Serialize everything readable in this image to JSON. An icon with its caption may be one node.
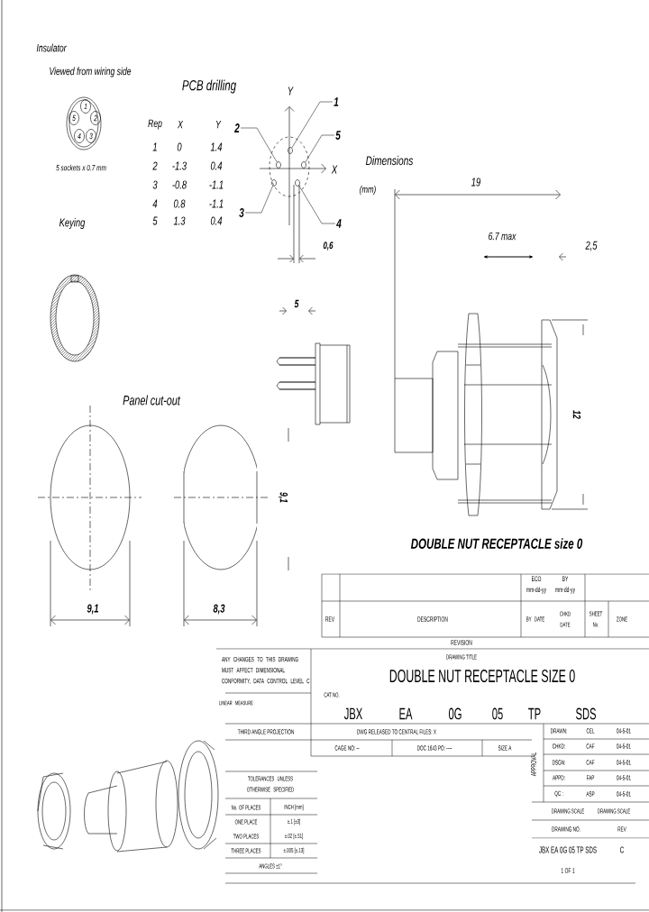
{
  "diagram": {
    "nodes": [
      {
        "text": [
          "1"
        ]
      },
      {
        "text": [
          "5"
        ]
      },
      {
        "text": [
          "2"
        ]
      },
      {
        "text": [
          "4"
        ]
      },
      {
        "text": [
          "3"
        ]
      },
      {
        "text": [
          "1"
        ]
      },
      {
        "text": [
          "2"
        ]
      },
      {
        "text": [
          "5"
        ]
      },
      {
        "text": [
          "3"
        ]
      },
      {
        "text": [
          "4"
        ]
      },
      {
        "text": [],
        "shape": "circle"
      },
      {
        "text": [],
        "shape": "circle"
      },
      {
        "text": [],
        "shape": "circle"
      },
      {
        "text": [],
        "shape": "circle"
      },
      {
        "text": [],
        "shape": "circle"
      }
    ],
    "edges": [
      {
        "from": 5,
        "to": 10,
        "arrow": "none"
      },
      {
        "from": 6,
        "to": 11,
        "arrow": "none"
      },
      {
        "from": 7,
        "to": 12,
        "arrow": "none"
      },
      {
        "from": 8,
        "to": 13,
        "arrow": "none"
      },
      {
        "from": 9,
        "to": 14,
        "arrow": "none"
      }
    ],
    "labels": [
      "Insulator",
      "Viewed from wiring side",
      "PCB drilling",
      "Rep",
      "X",
      "Y",
      "1",
      "0",
      "1.4",
      "2",
      "-1.3",
      "0.4",
      "3",
      "-0.8",
      "-1.1",
      "4",
      "0.8",
      "-1.1",
      "5",
      "1.3",
      "0.4",
      "5 sockets x 0.7 mm",
      "Y",
      "X",
      "0,6",
      "Keying",
      "Dimensions",
      "(mm)",
      "19",
      "6.7 max",
      "2,5",
      "5",
      "12",
      "Panel cut-out",
      "9,1",
      "DOUBLE NUT RECEPTACLE size 0",
      "9,1",
      "8,3",
      "ECO mm-dd-yy",
      "BY mm-dd-yy",
      "REV",
      "DESCRIPTION",
      "BY DATE",
      "CHKD DATE",
      "SHEET No.",
      "ZONE",
      "REVISION",
      "ANY CHANGES TO THIS DRAWING MUST AFFECT DIMENSIONAL CONFORMITY, DATA CONTROL LEVEL C",
      "DRAWING TITLE",
      "DOUBLE NUT RECEPTACLE SIZE 0",
      "LINEAR MEASURE",
      "CAT NO.",
      "JBX",
      "EA",
      "0G",
      "05",
      "TP",
      "SDS",
      "THIRD ANGLE PROJECTION",
      "DWG RELEASED TO CENTRAL FILES: X",
      "CAGE NO: --",
      "DOC 1643 PO: ----",
      "SIZE A",
      "APPROVAL",
      "DRAWN:",
      "CEL",
      "04-5-01",
      "CHKD:",
      "CAF",
      "04-5-01",
      "DSGN:",
      "CAF",
      "04-5-01",
      "APPD:",
      "FAP",
      "04-5-01",
      "QC :",
      "ASP",
      "04-5-01",
      "DRAWING SCALE",
      "DRAWING SCALE",
      "DRAWING NO.",
      "REV",
      "JBX EA 0G 05 TP SDS",
      "C",
      "1 OF 1",
      "TOLERANCES UNLESS OTHERWISE SPECIFIED",
      "No. OF PLACES",
      "INCH [mm]",
      "ONE PLACE",
      "±.1 [±3]",
      "TWO PLACES",
      "±.02 [±.51]",
      "THREE PLACES",
      "±.005 [±.13]",
      "ANGLES ±1°"
    ]
  }
}
